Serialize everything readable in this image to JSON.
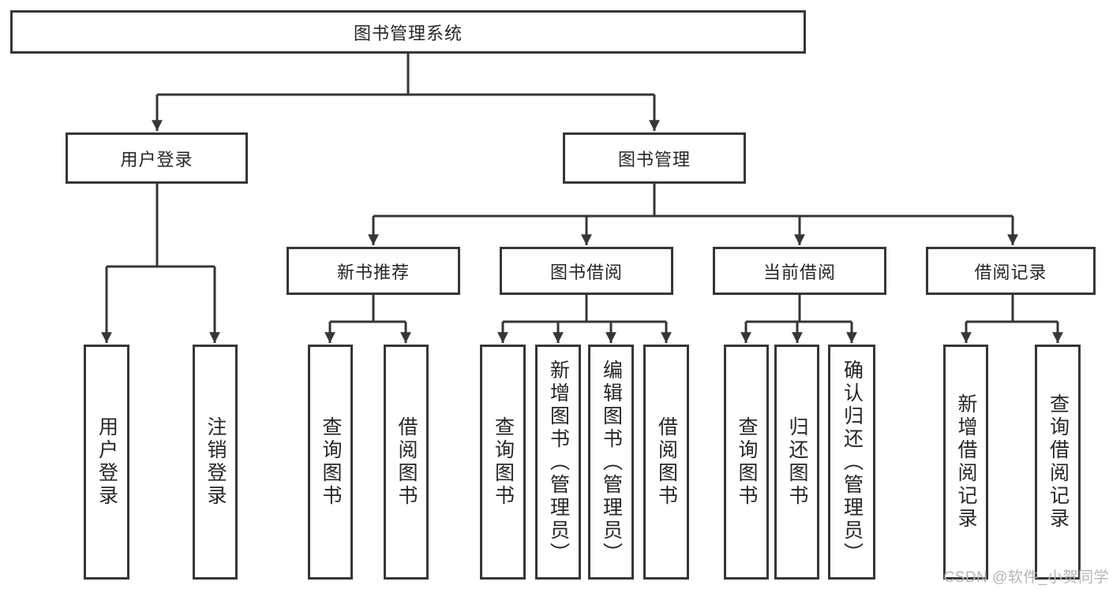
{
  "diagram": {
    "root": {
      "label": "图书管理系统"
    },
    "level2": [
      {
        "label": "用户登录"
      },
      {
        "label": "图书管理"
      }
    ],
    "level3": [
      {
        "label": "新书推荐"
      },
      {
        "label": "图书借阅"
      },
      {
        "label": "当前借阅"
      },
      {
        "label": "借阅记录"
      }
    ],
    "leaves": {
      "user_login": [
        "用户登录",
        "注销登录"
      ],
      "new_book": [
        "查询图书",
        "借阅图书"
      ],
      "book_borrow": [
        "查询图书",
        "新增图书（管理员）",
        "编辑图书（管理员）",
        "借阅图书"
      ],
      "current_borrow": [
        "查询图书",
        "归还图书",
        "确认归还（管理员）"
      ],
      "borrow_record": [
        "新增借阅记录",
        "查询借阅记录"
      ]
    }
  },
  "watermark": {
    "text": "CSDN @软件_小贺同学"
  },
  "colors": {
    "line": "#363636",
    "text": "#262626",
    "watermark": "#b5b5b5",
    "background": "#ffffff"
  }
}
